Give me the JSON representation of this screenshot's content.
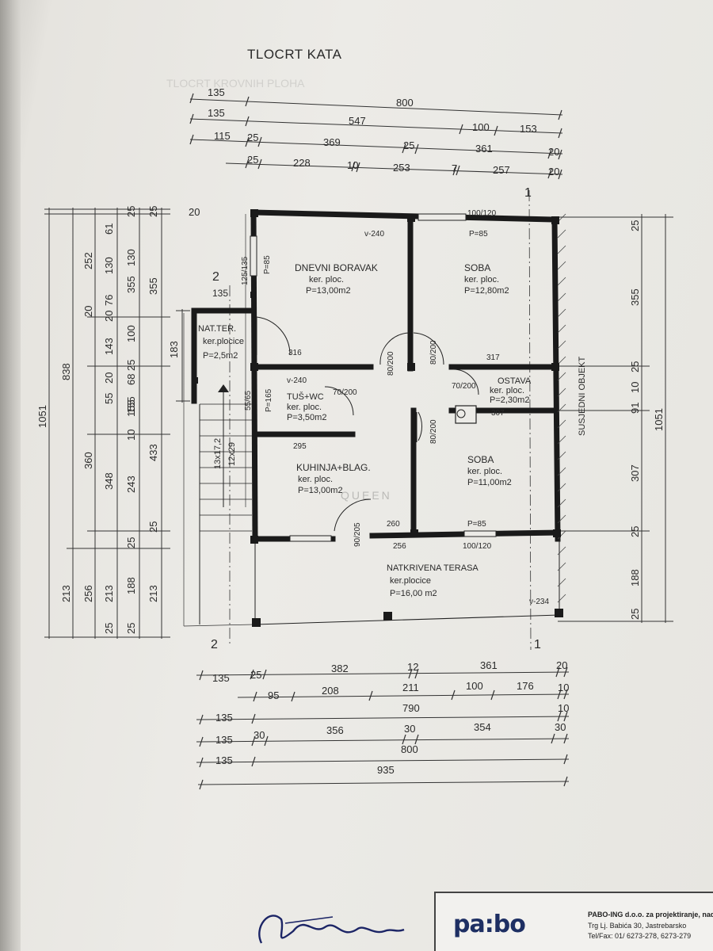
{
  "title": "TLOCRT KATA",
  "faint_title": "TLOCRT KROVNIH PLOHA",
  "watermark": "QUEEN",
  "dims_top": {
    "row1": [
      "135",
      "800"
    ],
    "row2": [
      "135",
      "547",
      "100",
      "153"
    ],
    "row3": [
      "115",
      "25",
      "369",
      "25",
      "361",
      "20"
    ],
    "row4": [
      "25",
      "228",
      "10",
      "253",
      "7",
      "257",
      "20"
    ]
  },
  "dims_bottom": {
    "row1": [
      "135",
      "25",
      "382",
      "12",
      "361",
      "20"
    ],
    "row2": [
      "95",
      "208",
      "211",
      "100",
      "176",
      "10"
    ],
    "row3": [
      "135",
      "790",
      "10"
    ],
    "row4": [
      "135",
      "30",
      "356",
      "30",
      "354",
      "30"
    ],
    "row5": [
      "135",
      "800"
    ],
    "row6": [
      "935"
    ]
  },
  "dims_left": {
    "col1": [
      "1051"
    ],
    "col2": [
      "838",
      "213"
    ],
    "col3": [
      "252",
      "20",
      "360",
      "256"
    ],
    "col4": [
      "61",
      "130",
      "76",
      "20",
      "143",
      "20",
      "55",
      "348",
      "213",
      "25"
    ],
    "col5": [
      "25",
      "130",
      "100",
      "68",
      "155",
      "243",
      "188",
      "25"
    ],
    "col6": [
      "25",
      "355",
      "25",
      "155",
      "10",
      "25"
    ],
    "col7": [
      "25",
      "355",
      "433",
      "213"
    ],
    "col8": [
      "183"
    ],
    "col9": [
      "20"
    ]
  },
  "dims_right": {
    "col1": [
      "25",
      "355",
      "25",
      "10",
      "91",
      "307",
      "25",
      "188",
      "25"
    ],
    "col2": [
      "1051"
    ]
  },
  "section_marks": [
    "1",
    "1",
    "2",
    "2"
  ],
  "stairs": [
    "13x17,2",
    "12x29"
  ],
  "side_label": "SUSJEDNI OBJEKT",
  "rooms": {
    "living": {
      "name": "DNEVNI BORAVAK",
      "floor": "ker. ploc.",
      "area": "P=13,00m2"
    },
    "bedroom1": {
      "name": "SOBA",
      "floor": "ker. ploc.",
      "area": "P=12,80m2"
    },
    "terrace_small": {
      "name": "NAT.TER.",
      "floor": "ker.plocice",
      "area": "P=2,5m2"
    },
    "bath": {
      "name": "TUŠ+WC",
      "floor": "ker. ploc.",
      "area": "P=3,50m2"
    },
    "kitchen": {
      "name": "KUHINJA+BLAG.",
      "floor": "ker. ploc.",
      "area": "P=13,00m2"
    },
    "storage": {
      "name": "OSTAVA",
      "floor": "ker. ploc.",
      "area": "P=2,30m2"
    },
    "bedroom2": {
      "name": "SOBA",
      "floor": "ker. ploc.",
      "area": "P=11,00m2"
    },
    "terrace": {
      "name": "NATKRIVENA TERASA",
      "floor": "ker.plocice",
      "area": "P=16,00 m2"
    }
  },
  "plan_notes": {
    "n1": "v-240",
    "n2": "100/120",
    "n3": "P=85",
    "n4": "125/135",
    "n5": "P=85",
    "n6": "316",
    "n7": "80/200",
    "n8": "80/200",
    "n9": "317",
    "n10": "v-240",
    "n11": "70/200",
    "n12": "70/200",
    "n13": "P=165",
    "n14": "55/65",
    "n15": "307",
    "n16": "80/200",
    "n17": "295",
    "n18": "260",
    "n19": "P=85",
    "n20": "90/205",
    "n21": "256",
    "n22": "100/120",
    "n23": "v-234",
    "n24": "135"
  },
  "stamp": {
    "logo": "pa:bo",
    "line1": "PABO-ING d.o.o. za projektiranje, nadzor i gr",
    "line2": "Trg Lj. Babića 30, Jastrebarsko",
    "line3": "Tel/Fax: 01/ 6273-278, 6273-279"
  },
  "colors": {
    "ink": "#2a2a2a",
    "paper": "#ecebe7",
    "logo": "#1e2f63"
  }
}
